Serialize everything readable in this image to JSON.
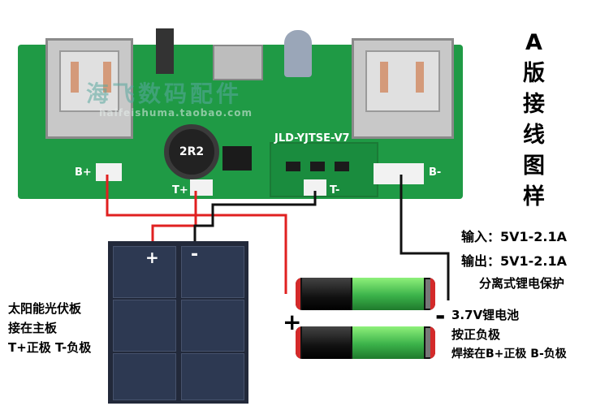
{
  "pcb": {
    "board_id": "JLD-YJTSE-V7",
    "inductor": "2R2",
    "pad_b_plus": "B+",
    "pad_t_plus": "T+",
    "pad_t_minus": "T-",
    "pad_b_minus": "B-",
    "watermark_cn": "海飞数码配件",
    "watermark_url": "haifeishuma.taobao.com"
  },
  "title_vertical": [
    "A",
    "版",
    "接",
    "线",
    "图",
    "样"
  ],
  "specs": {
    "input": "输入：5V1-2.1A",
    "output": "输出：5V1-2.1A",
    "protection": "分离式锂电保护"
  },
  "solar": {
    "plus": "+",
    "minus": "-",
    "desc": [
      "太阳能光伏板",
      "接在主板",
      "T+正极 T-负极"
    ]
  },
  "battery": {
    "plus": "+",
    "minus": "-",
    "desc": [
      "3.7V锂电池",
      "按正负极",
      "焊接在B+正极 B-负极"
    ]
  },
  "colors": {
    "pcb_green": "#1f9a45",
    "wire_red": "#e02020",
    "wire_black": "#111111",
    "battery_green": "#4fcf4f"
  }
}
